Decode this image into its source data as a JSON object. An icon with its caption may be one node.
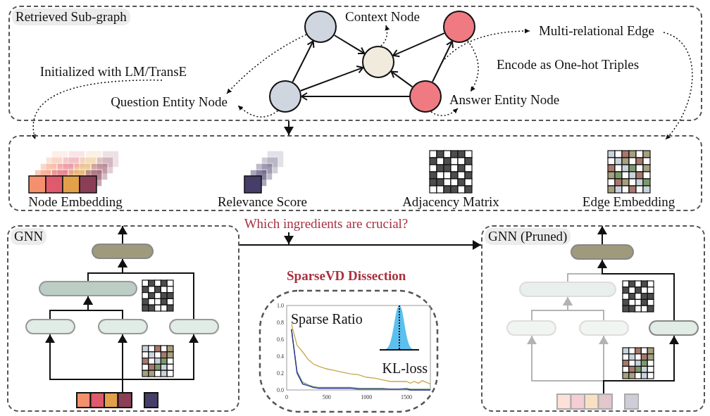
{
  "diagram": {
    "nodes": [
      {
        "text": [
          "Retrieved Sub-graph"
        ]
      },
      {
        "text": [],
        "shape": "circle",
        "in": 0
      },
      {
        "text": [],
        "shape": "circle",
        "in": 0
      },
      {
        "text": [],
        "shape": "circle",
        "in": 0
      },
      {
        "text": [],
        "shape": "circle",
        "in": 0
      },
      {
        "text": [],
        "shape": "circle",
        "in": 0
      },
      {
        "text": [
          "Context Node"
        ],
        "in": 0
      },
      {
        "text": [
          "Multi-relational Edge"
        ],
        "in": 0
      },
      {
        "text": [
          "Initialized with LM/TransE"
        ],
        "in": 0
      },
      {
        "text": [
          "Question Entity Node"
        ],
        "in": 0
      },
      {
        "text": [
          "Answer Entity Node"
        ],
        "in": 0
      },
      {
        "text": [],
        "shape": "box"
      },
      {
        "text": [
          "Node Embedding"
        ],
        "in": 11
      },
      {
        "text": [
          "Relevance Score"
        ],
        "in": 11
      },
      {
        "text": [
          "Adjacency Matrix"
        ],
        "in": 11
      },
      {
        "text": [
          "Edge Embedding"
        ],
        "in": 11
      },
      {
        "text": [
          "GNN"
        ]
      },
      {
        "text": [],
        "shape": "box",
        "in": 16
      },
      {
        "text": [],
        "shape": "box",
        "in": 16
      },
      {
        "text": [],
        "shape": "box",
        "in": 16
      },
      {
        "text": [],
        "shape": "box",
        "in": 16
      },
      {
        "text": [],
        "shape": "box",
        "in": 16
      },
      {
        "text": [],
        "shape": "picture",
        "in": 16
      },
      {
        "text": [
          "Which ingredients are crucial?"
        ]
      },
      {
        "text": [
          "GNN (Pruned)"
        ]
      },
      {
        "text": [],
        "shape": "box",
        "in": 24
      },
      {
        "text": [],
        "shape": "box",
        "in": 24
      },
      {
        "text": [],
        "shape": "box",
        "in": 24
      },
      {
        "text": [],
        "shape": "box",
        "in": 24
      },
      {
        "text": [],
        "shape": "box",
        "in": 24
      },
      {
        "text": [],
        "shape": "picture",
        "in": 24
      }
    ],
    "edges": [
      {
        "from": 4,
        "to": 1,
        "arrow": "to"
      },
      {
        "from": 1,
        "to": 2,
        "arrow": "to"
      },
      {
        "from": 4,
        "to": 2,
        "arrow": "to"
      },
      {
        "from": 3,
        "to": 2,
        "arrow": "to"
      },
      {
        "from": 5,
        "to": 2,
        "arrow": "to"
      },
      {
        "from": 5,
        "to": 3,
        "arrow": "to"
      },
      {
        "from": 5,
        "to": 4,
        "arrow": "to"
      },
      {
        "from": 2,
        "to": 6,
        "arrow": "to",
        "style": "dashed"
      },
      {
        "from": 1,
        "to": 9,
        "arrow": "to",
        "style": "dashed"
      },
      {
        "from": 4,
        "to": 9,
        "arrow": "to",
        "style": "dashed"
      },
      {
        "from": 3,
        "to": 10,
        "arrow": "to",
        "style": "dashed"
      },
      {
        "from": 5,
        "to": 10,
        "arrow": "to",
        "style": "dashed"
      },
      {
        "from": null,
        "to": 7,
        "arrow": "to",
        "style": "dashed"
      },
      {
        "from": 8,
        "to": 12,
        "arrow": "to",
        "style": "dashed"
      },
      {
        "from": 7,
        "to": 15,
        "arrow": "to",
        "style": "dashed"
      },
      {
        "from": 0,
        "to": 11,
        "arrow": "to"
      },
      {
        "from": 22,
        "to": 19,
        "arrow": "to"
      },
      {
        "from": 22,
        "to": 20,
        "arrow": "to"
      },
      {
        "from": 22,
        "to": 21,
        "arrow": "to"
      },
      {
        "from": 19,
        "to": 18,
        "arrow": "to"
      },
      {
        "from": 20,
        "to": 18,
        "arrow": "to"
      },
      {
        "from": 18,
        "to": 17,
        "arrow": "to"
      },
      {
        "from": 21,
        "to": 17,
        "arrow": "to"
      },
      {
        "from": 17,
        "to": null,
        "arrow": "to"
      },
      {
        "from": 23,
        "to": null,
        "arrow": "to"
      },
      {
        "from": 16,
        "to": 24,
        "arrow": "to",
        "label": "SparseVD Dissection"
      },
      {
        "from": 30,
        "to": 27,
        "arrow": "to",
        "color": "#b3b3b3"
      },
      {
        "from": 30,
        "to": 28,
        "arrow": "to",
        "color": "#b3b3b3"
      },
      {
        "from": 30,
        "to": 29,
        "arrow": "to"
      },
      {
        "from": 27,
        "to": 26,
        "arrow": "to",
        "color": "#b3b3b3"
      },
      {
        "from": 28,
        "to": 26,
        "arrow": "to",
        "color": "#b3b3b3"
      },
      {
        "from": 26,
        "to": 25,
        "arrow": "to",
        "color": "#b3b3b3"
      },
      {
        "from": 29,
        "to": 25,
        "arrow": "to"
      },
      {
        "from": 25,
        "to": null,
        "arrow": "to"
      }
    ],
    "labels": [
      "Encode as One-hot Triples"
    ],
    "chart_data": {
      "type": "line",
      "xlim": [
        0,
        1800
      ],
      "ylim": [
        0,
        1
      ],
      "xticks": [
        0,
        500,
        1000,
        1500
      ],
      "yticks": [
        {
          "value": 0,
          "label": "0.0"
        },
        {
          "value": 0.2,
          "label": "0.2"
        },
        {
          "value": 0.4,
          "label": "0.4"
        },
        {
          "value": 0.6,
          "label": "0.6"
        },
        {
          "value": 0.8,
          "label": "0.8"
        },
        {
          "value": 1,
          "label": "1.0"
        }
      ],
      "x": [
        60,
        130,
        200,
        270,
        330,
        400,
        500,
        600,
        700,
        800,
        900,
        1000,
        1100,
        1200,
        1300,
        1400,
        1500,
        1550,
        1600,
        1650,
        1700,
        1750,
        1800
      ],
      "series": [
        {
          "color": "#c9a64a",
          "values": [
            0.78,
            0.53,
            0.45,
            0.36,
            0.31,
            0.28,
            0.25,
            0.23,
            0.21,
            0.19,
            0.18,
            0.15,
            0.14,
            0.12,
            0.1,
            0.1,
            0.1,
            0.08,
            0.1,
            0.08,
            0.11,
            0.09,
            0.07
          ]
        },
        {
          "color": "#6a9a6a",
          "values": [
            0.72,
            0.22,
            0.09,
            0.06,
            0.04,
            0.03,
            0.03,
            0.03,
            0.03,
            0.03,
            0.02,
            0.02,
            0.02,
            0.02,
            0.01,
            0.01,
            0.02,
            0.01,
            0.01,
            0.01,
            0.01,
            0.01,
            0.01
          ]
        },
        {
          "color": "#2a2a9a",
          "values": [
            0.72,
            0.2,
            0.07,
            0.05,
            0.03,
            0.02,
            0.02,
            0.02,
            0.02,
            0.02,
            0.01,
            0.01,
            0.01,
            0.01,
            0.01,
            0.01,
            0.01,
            0,
            0,
            0,
            0,
            0,
            0
          ]
        }
      ],
      "annotations": [
        {
          "text": "Sparse Ratio"
        },
        {
          "text": "KL-loss"
        }
      ]
    }
  }
}
